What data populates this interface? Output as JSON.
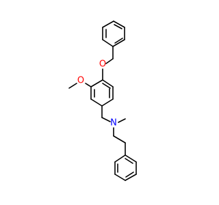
{
  "atoms": {
    "o_benzyloxy": {
      "symbol": "O",
      "color": "#ff0000"
    },
    "o_methoxy": {
      "symbol": "O",
      "color": "#ff0000"
    },
    "n_amine": {
      "symbol": "N",
      "color": "#0000ff"
    }
  }
}
